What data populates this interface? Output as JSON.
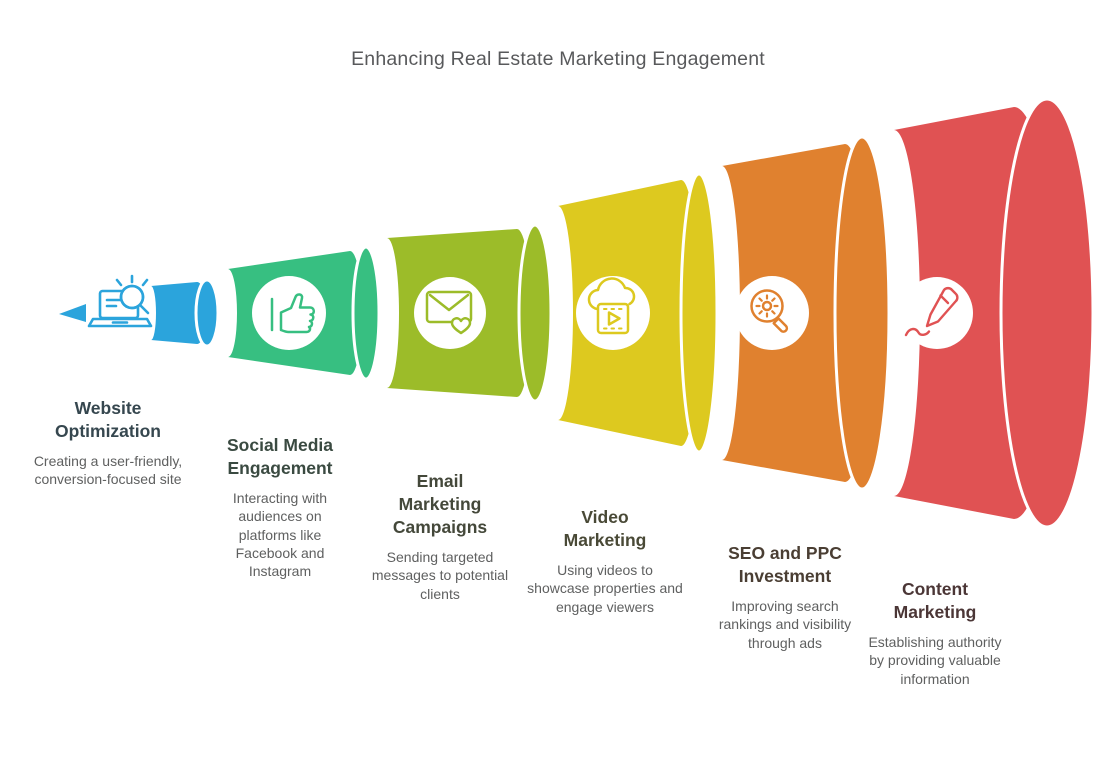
{
  "title": "Enhancing Real Estate Marketing Engagement",
  "colors": {
    "title_text": "#58595b",
    "body_text": "#5f6060",
    "icon_circle_fill": "#ffffff"
  },
  "stages": [
    {
      "name": "Website Optimization",
      "description": "Creating a user-friendly, conversion-focused site",
      "color": "#2BA4DC",
      "heading_color": "#36474F",
      "icon": "laptop-search-icon"
    },
    {
      "name": "Social Media Engagement",
      "description": "Interacting with audiences on platforms like Facebook and Instagram",
      "color": "#37BF81",
      "heading_color": "#3A4A41",
      "icon": "thumbs-up-icon"
    },
    {
      "name": "Email Marketing Campaigns",
      "description": "Sending targeted messages to potential clients",
      "color": "#9CBC29",
      "heading_color": "#44483A",
      "icon": "envelope-heart-icon"
    },
    {
      "name": "Video Marketing",
      "description": "Using videos to showcase properties and engage viewers",
      "color": "#DDC91F",
      "heading_color": "#494936",
      "icon": "video-cloud-icon"
    },
    {
      "name": "SEO and PPC Investment",
      "description": "Improving search rankings and visibility through ads",
      "color": "#E0812F",
      "heading_color": "#4A3E33",
      "icon": "search-gear-icon"
    },
    {
      "name": "Content Marketing",
      "description": "Establishing authority by providing valuable information",
      "color": "#E05253",
      "heading_color": "#4B3636",
      "icon": "pen-icon"
    }
  ]
}
